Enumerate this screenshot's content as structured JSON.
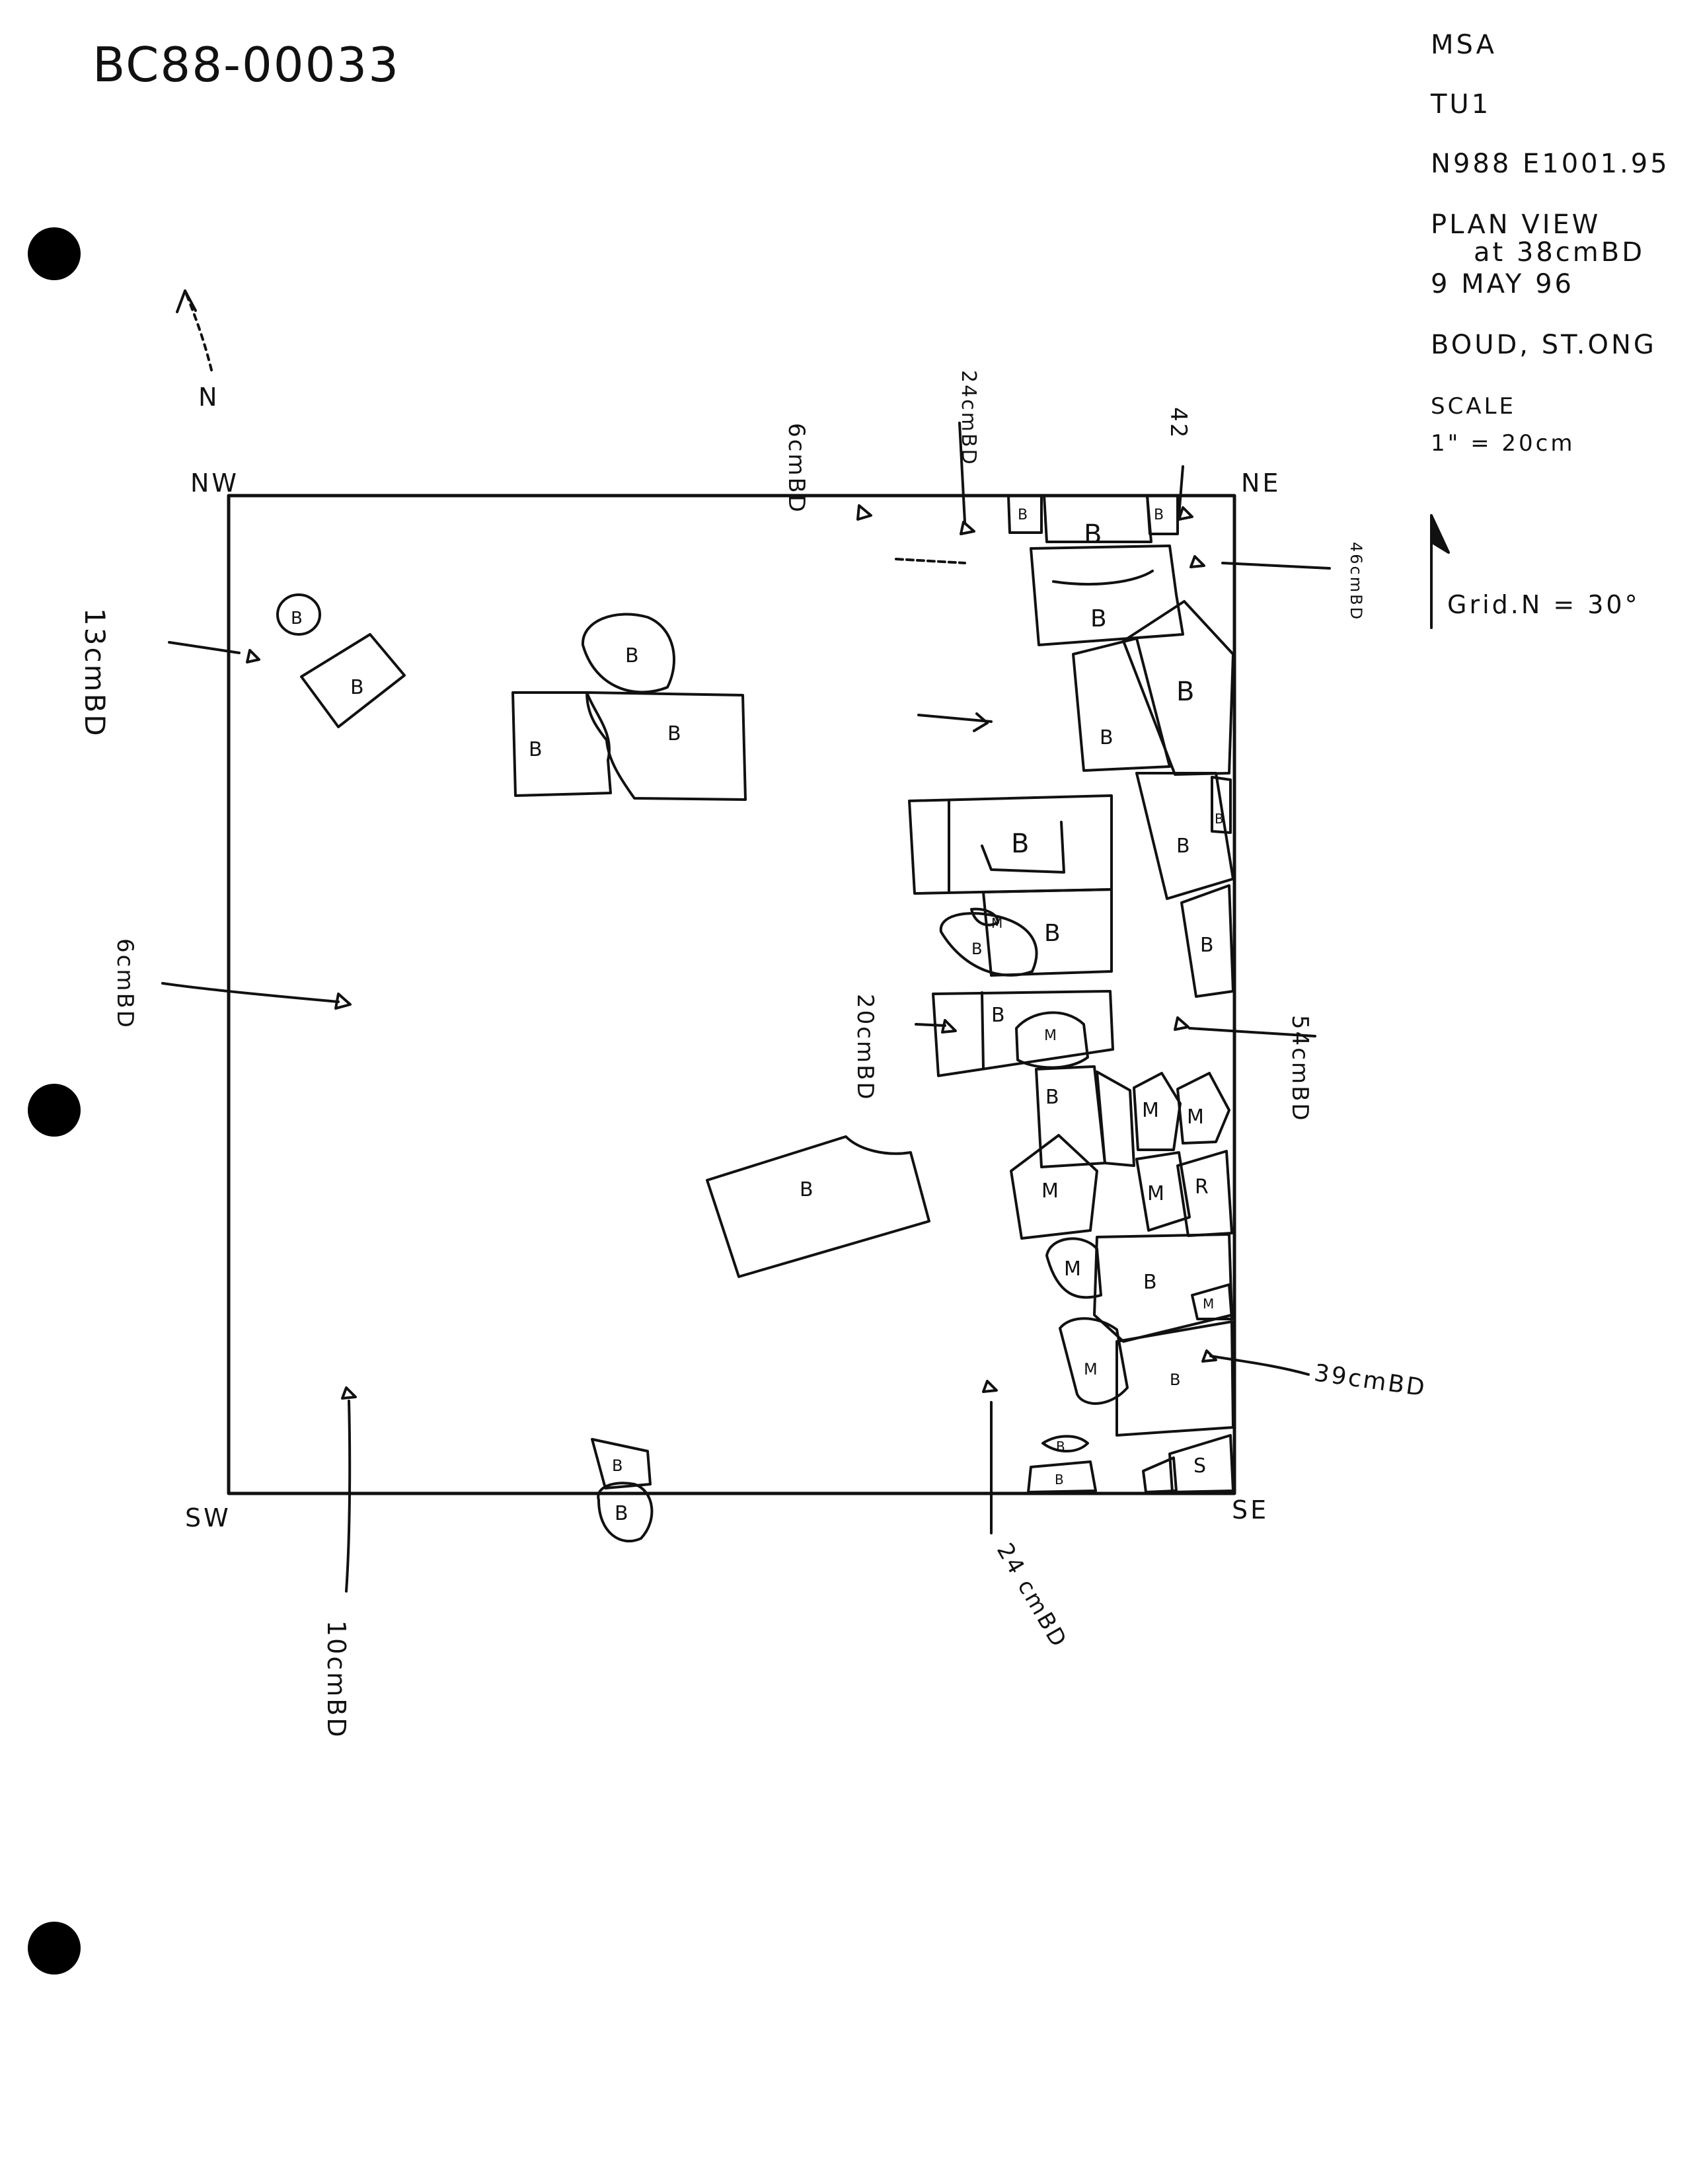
{
  "sheet_id": "BC88-00033",
  "header_info": {
    "site": "MSA",
    "unit": "TU1",
    "coords": "N988 E1001.95",
    "view_line1": "PLAN VIEW",
    "view_line2": "at 38cmBD",
    "date": "9 MAY 96",
    "recorders": "BOUD, ST.ONG",
    "scale_label": "SCALE",
    "scale_value": "1\" = 20cm",
    "grid_north": "Grid.N = 30°"
  },
  "north_label": "N",
  "corners": {
    "nw": "NW",
    "ne": "NE",
    "sw": "SW",
    "se": "SE"
  },
  "depths": {
    "d_6_top": "6cmBD",
    "d_24_top": "24cmBD",
    "d_42": "42",
    "d_46": "46cmBD",
    "d_13": "13cmBD",
    "d_6_west": "6cmBD",
    "d_20": "20cmBD",
    "d_54": "54cmBD",
    "d_39": "39cmBD",
    "d_24_bottom": "24 cmBD",
    "d_10": "10cmBD"
  },
  "stone_labels": {
    "b": "B",
    "m": "M",
    "r": "R",
    "s": "S"
  }
}
